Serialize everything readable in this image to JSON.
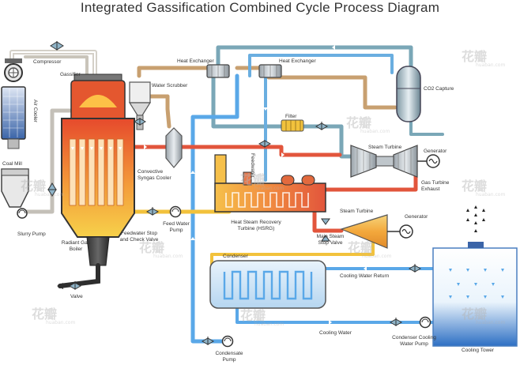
{
  "title": "Integrated Gassification Combined Cycle Process Diagram",
  "labels": {
    "compressor": "Compressor",
    "gasifier": "Gassifier",
    "air_cooler": "Air Cooler",
    "coal_mill": "Coal Mill",
    "slurry_pump": "Slurry Pump",
    "radiant_gas_boiler": "Radiant Gas\nBoiler",
    "valve": "Valve",
    "heat_exchanger_1": "Heat Exchanger",
    "heat_exchanger_2": "Heat Exchanger",
    "water_scrubber": "Water Scrubber",
    "co2_capture": "CO2 Capture",
    "filter": "Filter",
    "feedwater": "Feedwater",
    "generator_1": "Generator",
    "gas_steam_turbine": "Steam Turbine",
    "gas_turbine_exhaust": "Gas Turbine\nExhaust",
    "convective_syngas_cooler": "Convective\nSyngas Cooler",
    "feed_water_pump": "Feed Water\nPump",
    "feedwater_stop_check": "Feedwater Stop\nand Check Valve",
    "hrsg": "Heat Steam Recovery\nTurbine (HSRG)",
    "steam_turbine": "Steam Turbine",
    "generator_2": "Generator",
    "main_steam_stop": "Main Steam\nStop Valve",
    "condenser": "Condenser",
    "cooling_water_return": "Cooling Water Return",
    "cooling_water": "Cooling Water",
    "condenser_cooling_pump": "Condenser Cooling\nWater Pump",
    "cooling_tower": "Cooling Tower",
    "condensate_pump": "Condensate\nPump"
  },
  "watermark": {
    "glyph": "花瓣",
    "sub": "huaban.com"
  },
  "colors": {
    "hot_red": "#e2553c",
    "steam_blue": "#6aaee0",
    "syngas_tan": "#c8a070",
    "cool_blue": "#5aa8e8",
    "water_yellow": "#f2c23c",
    "grey_pipe": "#b8b8b8",
    "teal_pipe": "#6e9aa8",
    "vessel_orange": "#f08a30"
  }
}
